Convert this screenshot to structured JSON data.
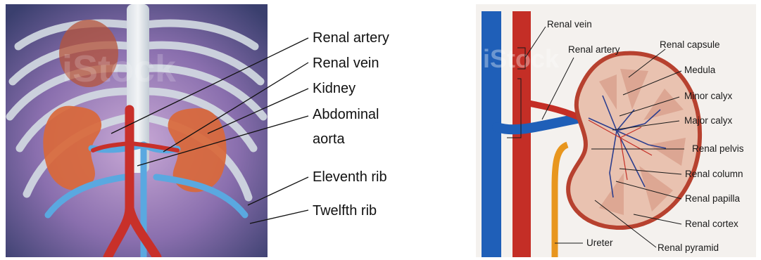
{
  "left_panel": {
    "labels": {
      "renal_artery": "Renal artery",
      "renal_vein": "Renal vein",
      "kidney": "Kidney",
      "abdominal_aorta_line1": "Abdominal",
      "abdominal_aorta_line2": "aorta",
      "eleventh_rib": "Eleventh rib",
      "twelfth_rib": "Twelfth rib"
    },
    "watermark": "iStock"
  },
  "right_panel": {
    "labels": {
      "renal_vein": "Renal vein",
      "renal_artery": "Renal artery",
      "renal_capsule": "Renal capsule",
      "medula": "Medula",
      "minor_calyx": "Minor calyx",
      "major_calyx": "Major calyx",
      "renal_pelvis": "Renal pelvis",
      "renal_column": "Renal column",
      "renal_papilla": "Renal papilla",
      "renal_cortex": "Renal cortex",
      "ureter": "Ureter",
      "renal_pyramid": "Renal pyramid"
    },
    "watermark": "iStock"
  },
  "colors": {
    "artery_red": "#c8302a",
    "vein_blue": "#2a6fc0",
    "kidney_orange": "#d2643a",
    "ureter_orange": "#e8961e",
    "rib_gray": "#c9d3da"
  }
}
